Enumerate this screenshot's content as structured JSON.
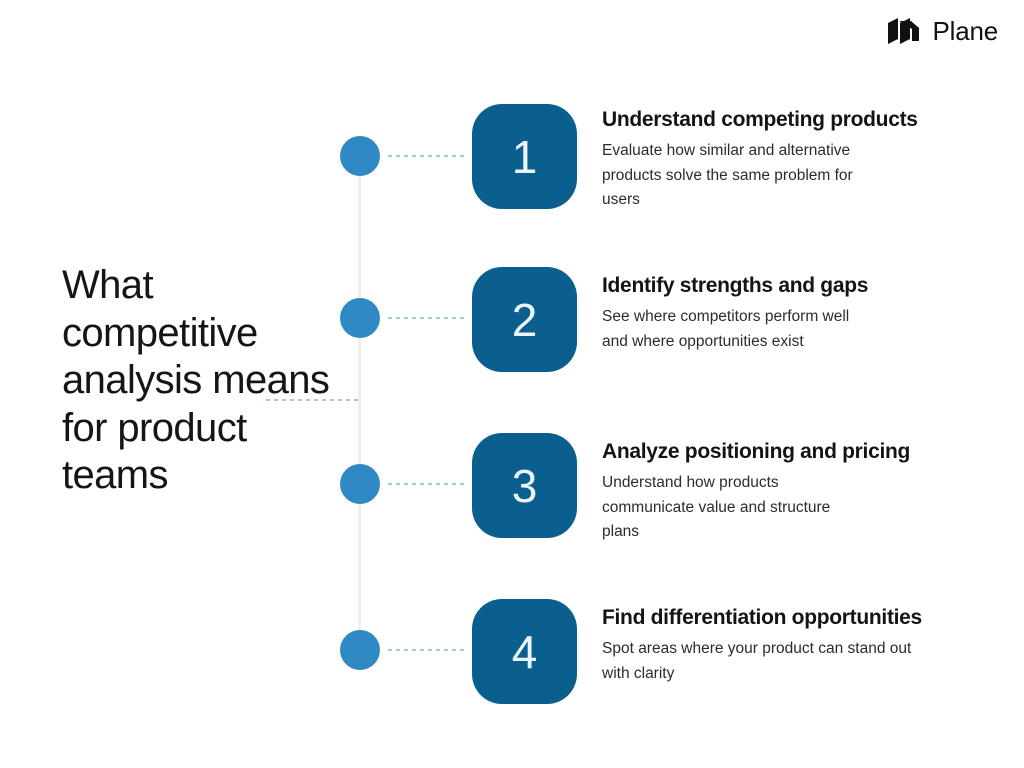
{
  "brand": {
    "name": "Plane",
    "logo_icon": "plane-logo-icon"
  },
  "title": {
    "headline": "What competitive analysis means for product teams"
  },
  "colors": {
    "badge_blue": "#0a5f8f",
    "dot_blue": "#2f8ac4",
    "dotted_line": "#9ec9e2",
    "rail_gray": "#eceff1",
    "background": "#ffffff",
    "text_dark": "#141414"
  },
  "steps": [
    {
      "number": "1",
      "title": "Understand competing products",
      "description": "Evaluate how similar and alternative products solve the same problem for users"
    },
    {
      "number": "2",
      "title": "Identify strengths and gaps",
      "description": "See where competitors perform well and where opportunities exist"
    },
    {
      "number": "3",
      "title": "Analyze positioning and pricing",
      "description": "Understand how products communicate value and structure plans"
    },
    {
      "number": "4",
      "title": "Find differentiation opportunities",
      "description": "Spot areas where your product can stand out with clarity"
    }
  ]
}
